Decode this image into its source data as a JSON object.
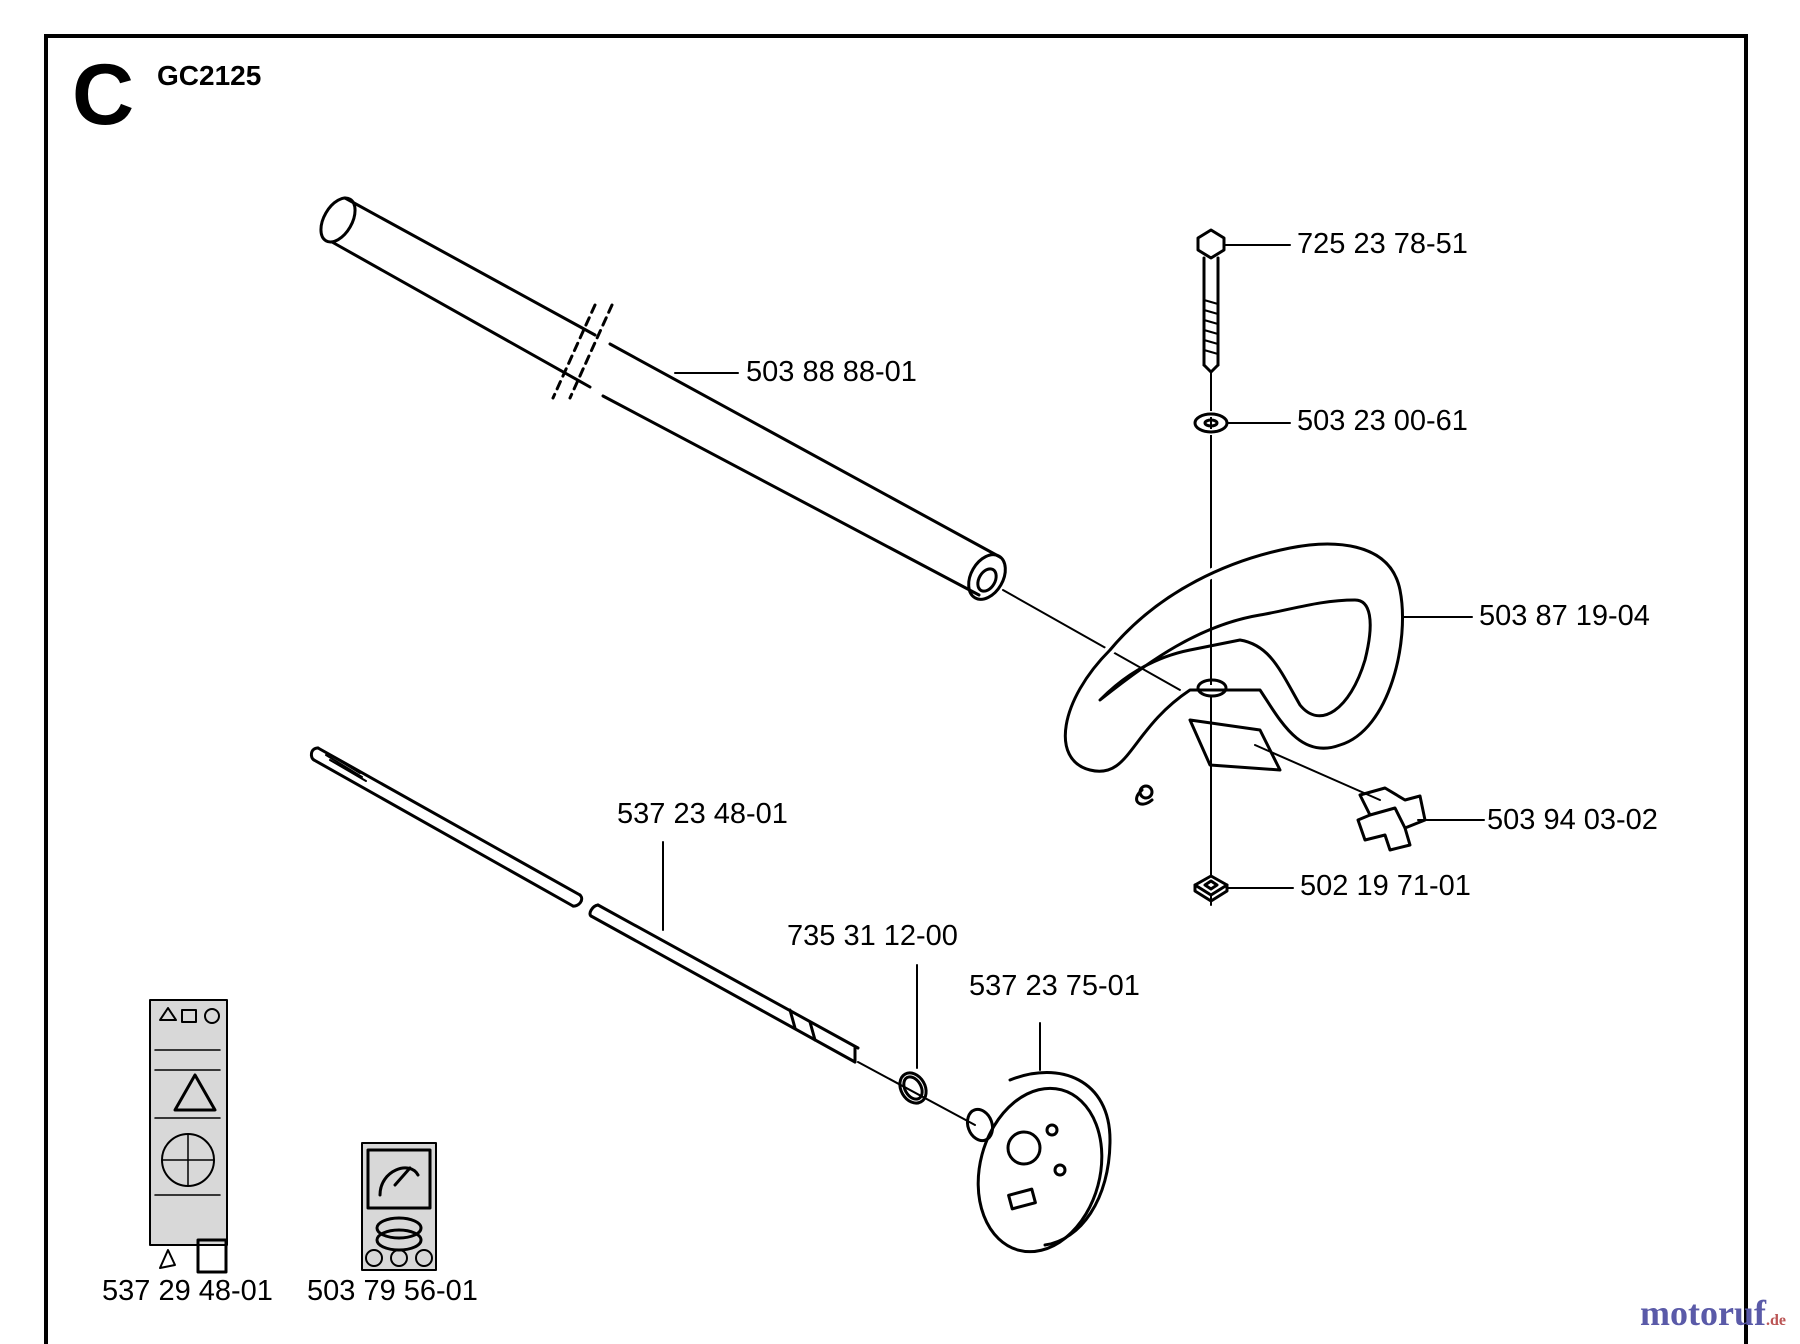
{
  "header": {
    "section": "C",
    "model": "GC2125"
  },
  "parts": {
    "tube": "503 88 88-01",
    "bolt": "725 23 78-51",
    "washer": "503 23 00-61",
    "handle": "503 87 19-04",
    "clip": "503 94 03-02",
    "nut": "502 19 71-01",
    "drive_shaft": "537 23 48-01",
    "o_ring": "735 31 12-00",
    "drum": "537 23 75-01",
    "decal_large": "537 29 48-01",
    "decal_small": "503 79 56-01"
  },
  "watermark": {
    "name": "motoruf",
    "tld": ".de"
  },
  "colors": {
    "ink": "#000000",
    "watermark": "#5a5aa8"
  }
}
